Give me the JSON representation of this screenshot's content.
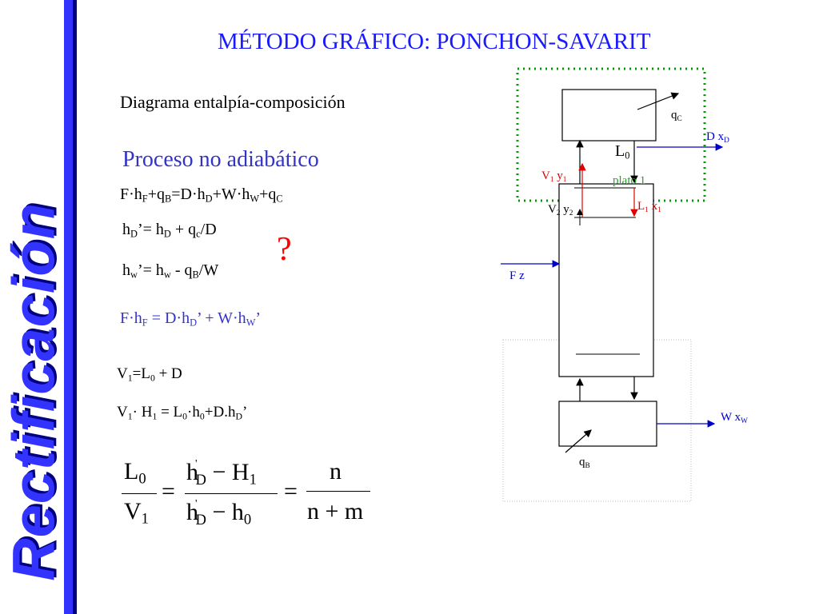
{
  "sidebar": {
    "vertical_title": "Rectificación"
  },
  "header": {
    "title": "MÉTODO GRÁFICO: PONCHON-SAVARIT"
  },
  "main": {
    "subtitle": "Diagrama entalpía-composición",
    "section_heading": "Proceso no adiabático",
    "question_mark": "?"
  },
  "diagram": {
    "qC": "q",
    "qC_sub": "C",
    "D": "D x",
    "D_sub": "D",
    "L0": "L",
    "L0_sub": "0",
    "V1": "V",
    "V1_sub": "1",
    "y1": "y",
    "y1_sub": "1",
    "plate": "plato 1",
    "V2": "V",
    "V2_sub": "2",
    "y2": "y",
    "y2_sub": "2",
    "L1": "L",
    "L1_sub": "1",
    "x1": "x",
    "x1_sub": "1",
    "F": "F z",
    "W": "W x",
    "W_sub": "W",
    "qB": "q",
    "qB_sub": "B"
  },
  "colors": {
    "title": "#1a1aff",
    "sidebar": "#3333ff",
    "question": "#ff0000",
    "red_labels": "#e00000",
    "green_label": "#339933",
    "dotted_box": "#009900"
  }
}
